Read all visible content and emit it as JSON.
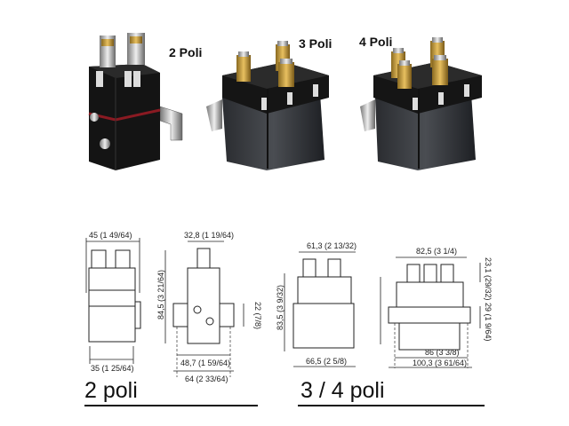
{
  "photos": [
    {
      "label": "2 Poli",
      "body_color": "#141414",
      "band_color": "#8a1a22"
    },
    {
      "label": "3 Poli",
      "body_color": "#2a2c30"
    },
    {
      "label": "4 Poli",
      "body_color": "#2a2c30"
    }
  ],
  "drawings": {
    "two_pole": {
      "heading": "2 poli",
      "front_width": "45 (1 49/64)",
      "front_base": "35 (1 25/64)",
      "side_top": "32,8 (1 19/64)",
      "side_height": "84,5 (3 21/64)",
      "side_bracket": "22 (7/8)",
      "side_holes": "48,7 (1 59/64)",
      "side_total": "64 (2 33/64)"
    },
    "three_four_pole": {
      "heading": "3 / 4 poli",
      "front_width": "61,3 (2 13/32)",
      "front_height": "83,5 (3 9/32)",
      "front_base": "66,5 (2 5/8)",
      "side_top": "82,5 (3 1/4)",
      "side_terminal": "23,1 (29/32)",
      "side_bracket": "29 (1 9/64)",
      "side_holes": "86 (3 3/8)",
      "side_total": "100,3 (3 61/64)"
    }
  }
}
